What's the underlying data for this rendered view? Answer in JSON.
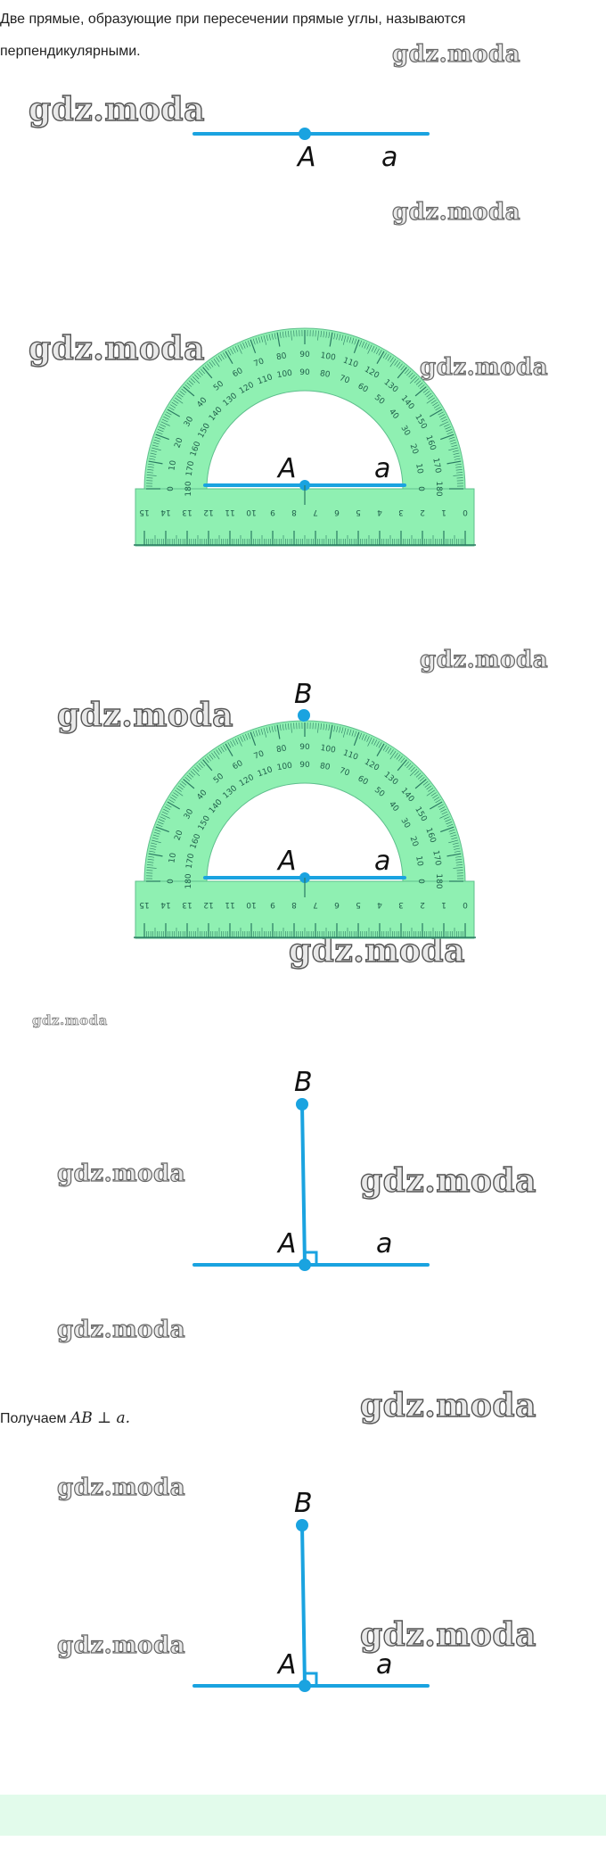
{
  "text": {
    "intro": "Две прямые, образующие при пересечении прямые углы, называются перпендикулярными.",
    "result_prefix": "Получаем",
    "result_math": "AB ⊥ a."
  },
  "labels": {
    "point_a": "A",
    "point_b": "B",
    "line_a": "a"
  },
  "watermark": "gdz.moda",
  "colors": {
    "line": "#1aa3e0",
    "protractor_fill": "#8ff0b2",
    "protractor_tick": "#2b7a62",
    "watermark_stroke": "#666666",
    "bottom_bar": "#e2fbeb"
  },
  "icons": {
    "right_angle": "right-angle-mark",
    "point": "point-dot"
  }
}
